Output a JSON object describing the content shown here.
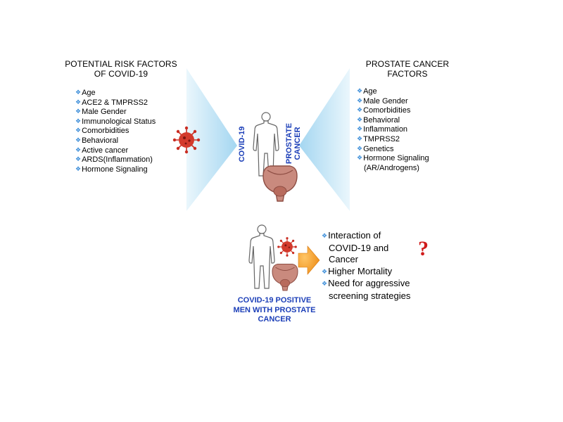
{
  "covid": {
    "heading_line1": "POTENTIAL  RISK FACTORS",
    "heading_line2": "OF COVID-19",
    "factors": [
      "Age",
      "ACE2 & TMPRSS2",
      "Male Gender",
      "Immunological Status",
      "Comorbidities",
      "Behavioral",
      "Active cancer",
      "ARDS(Inflammation)",
      "Hormone Signaling"
    ]
  },
  "prostate": {
    "heading_line1": "PROSTATE CANCER",
    "heading_line2": "FACTORS",
    "factors": [
      "Age",
      "Male Gender",
      "Comorbidities",
      "Behavioral",
      "Inflammation",
      "TMPRSS2",
      "Genetics",
      "Hormone Signaling"
    ],
    "factor_continuation": "(AR/Androgens)"
  },
  "center": {
    "label_covid": "COVID-19",
    "label_prostate_line1": "PROSTATE",
    "label_prostate_line2": "CANCER"
  },
  "bottom": {
    "caption_line1": "COVID-19 POSITIVE",
    "caption_line2": "MEN WITH PROSTATE",
    "caption_line3": "CANCER",
    "outcomes": [
      {
        "line1": "Interaction of",
        "line2": "COVID-19 and",
        "line3": "Cancer"
      },
      {
        "line1": "Higher Mortality"
      },
      {
        "line1": "Need for aggressive",
        "line2": "screening strategies"
      }
    ],
    "question_mark": "?"
  },
  "colors": {
    "accent_blue": "#1c3fb8",
    "bullet_blue": "#3f8fd9",
    "beam_blue": "#a9d8f2",
    "virus_red": "#d33a2c",
    "prostate_pink": "#c98a7e",
    "arrow_orange": "#f39a1e",
    "question_red": "#d01c1c"
  },
  "icons": [
    "bullet-diamond-icon",
    "virus-icon",
    "human-figure-icon",
    "prostate-icon",
    "arrow-right-icon"
  ]
}
